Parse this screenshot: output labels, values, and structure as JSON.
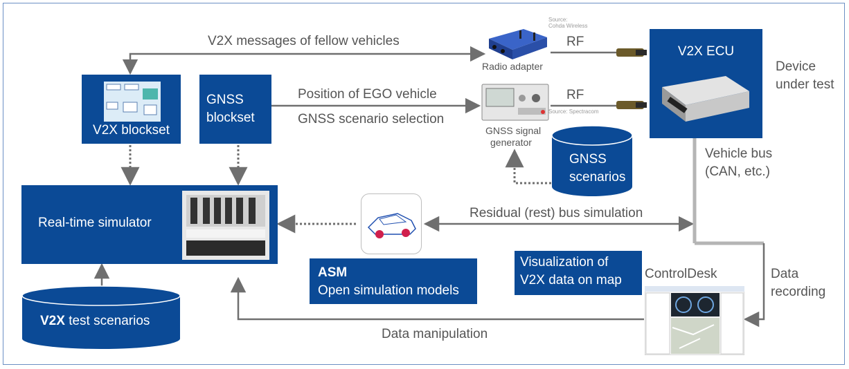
{
  "colors": {
    "box_blue": "#0b4a96",
    "arrow_gray": "#6f6f6f",
    "frame_border": "#6b8fc4"
  },
  "labels": {
    "v2x_messages": "V2X messages of fellow vehicles",
    "rf_top": "RF",
    "rf_bottom": "RF",
    "position_ego": "Position of EGO vehicle",
    "gnss_scenario_selection": "GNSS scenario selection",
    "residual_bus": "Residual (rest) bus simulation",
    "data_manipulation": "Data manipulation",
    "vehicle_bus_1": "Vehicle bus",
    "vehicle_bus_2": "(CAN, etc.)",
    "data_recording_1": "Data",
    "data_recording_2": "recording",
    "device_under_test_1": "Device",
    "device_under_test_2": "under test"
  },
  "components": {
    "radio_adapter": "Radio adapter",
    "radio_source_1": "Source:",
    "radio_source_2": "Cohda Wireless",
    "gnss_generator_1": "GNSS signal",
    "gnss_generator_2": "generator",
    "gnss_source": "Source: Spectracom",
    "v2x_ecu": "V2X ECU",
    "v2x_blockset": "V2X blockset",
    "gnss_blockset_1": "GNSS",
    "gnss_blockset_2": "blockset",
    "realtime_sim": "Real-time simulator",
    "asm_title": "ASM",
    "asm_sub": "Open simulation models",
    "gnss_scenarios_1": "GNSS",
    "gnss_scenarios_2": "scenarios",
    "v2x_test_bold": "V2X",
    "v2x_test_rest": "test scenarios",
    "visualization_1": "Visualization of",
    "visualization_2": "V2X data on map",
    "controldesk": "ControlDesk"
  }
}
